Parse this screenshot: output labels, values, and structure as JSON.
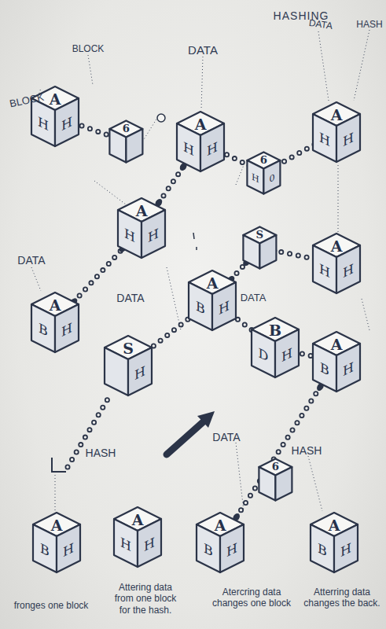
{
  "diagram": {
    "nodes": [
      {
        "text": [
          "A",
          "H",
          "H"
        ]
      },
      {
        "text": [
          "6"
        ]
      },
      {
        "text": [
          "A",
          "H",
          "H"
        ]
      },
      {
        "text": [
          "6",
          "H",
          "0"
        ]
      },
      {
        "text": [
          "A",
          "H",
          "H"
        ]
      },
      {
        "text": [
          "A",
          "H",
          "H"
        ]
      },
      {
        "text": [
          "S"
        ]
      },
      {
        "text": [
          "A",
          "H",
          "H"
        ]
      },
      {
        "text": [
          "A",
          "B",
          "H"
        ]
      },
      {
        "text": [
          "A",
          "B",
          "H"
        ]
      },
      {
        "text": [
          "S",
          "H"
        ]
      },
      {
        "text": [
          "B",
          "D",
          "H"
        ]
      },
      {
        "text": [
          "A",
          "B",
          "H"
        ]
      },
      {
        "text": [
          "A",
          "B",
          "H"
        ]
      },
      {
        "text": [
          "A",
          "H",
          "H"
        ]
      },
      {
        "text": [
          "A",
          "B",
          "H"
        ]
      },
      {
        "text": [
          "6"
        ]
      },
      {
        "text": [
          "A",
          "B",
          "H"
        ]
      }
    ],
    "edges": [
      {
        "from": 0,
        "to": 1,
        "arrow": "none"
      },
      {
        "from": 2,
        "to": 3,
        "arrow": "none"
      },
      {
        "from": 3,
        "to": 4,
        "arrow": "none"
      },
      {
        "from": 5,
        "to": 2,
        "arrow": "none"
      },
      {
        "from": 8,
        "to": 5,
        "arrow": "none"
      },
      {
        "from": 9,
        "to": 6,
        "arrow": "none"
      },
      {
        "from": 6,
        "to": 7,
        "arrow": "none"
      },
      {
        "from": 10,
        "to": 9,
        "arrow": "none"
      },
      {
        "from": 9,
        "to": 11,
        "arrow": "none"
      },
      {
        "from": 11,
        "to": 12,
        "arrow": "none"
      },
      {
        "from": 15,
        "to": 12,
        "arrow": "none"
      }
    ],
    "labels": [
      "HASHING",
      "DATA",
      "HASH",
      "BLOCK",
      "DATA",
      "BLOCK",
      "DATA",
      "DATA",
      "DATA",
      "DATA",
      "HASH",
      "HASH",
      "fronges one block",
      "Attering data from one block for the hash.",
      "Atercring data changes one block",
      "Atterring data changes the back."
    ]
  }
}
